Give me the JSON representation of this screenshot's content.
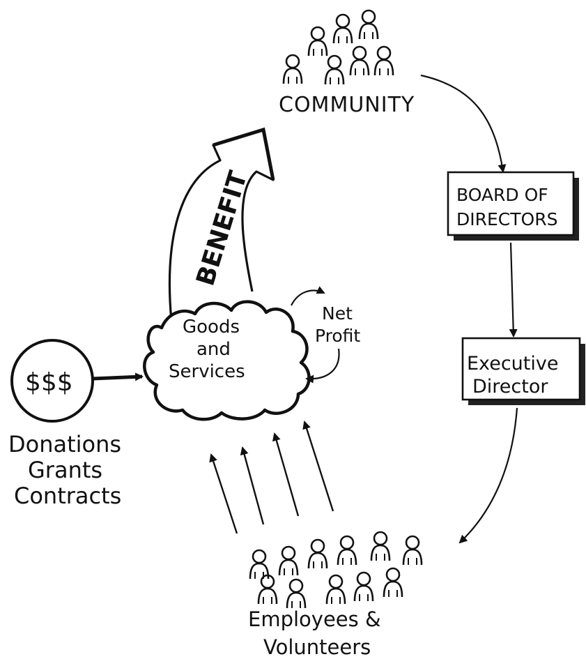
{
  "community": {
    "label": "COMMUNITY"
  },
  "board": {
    "line1": "BOARD OF",
    "line2": "DIRECTORS"
  },
  "executive": {
    "line1": "Executive",
    "line2": "Director"
  },
  "cloud": {
    "line1": "Goods",
    "line2": "and",
    "line3": "Services"
  },
  "benefit": {
    "label": "BENEFIT"
  },
  "net_profit": {
    "line1": "Net",
    "line2": "Profit"
  },
  "money": {
    "symbol": "$$$",
    "line1": "Donations",
    "line2": "Grants",
    "line3": "Contracts"
  },
  "staff": {
    "line1": "Employees &",
    "line2": "Volunteers"
  }
}
